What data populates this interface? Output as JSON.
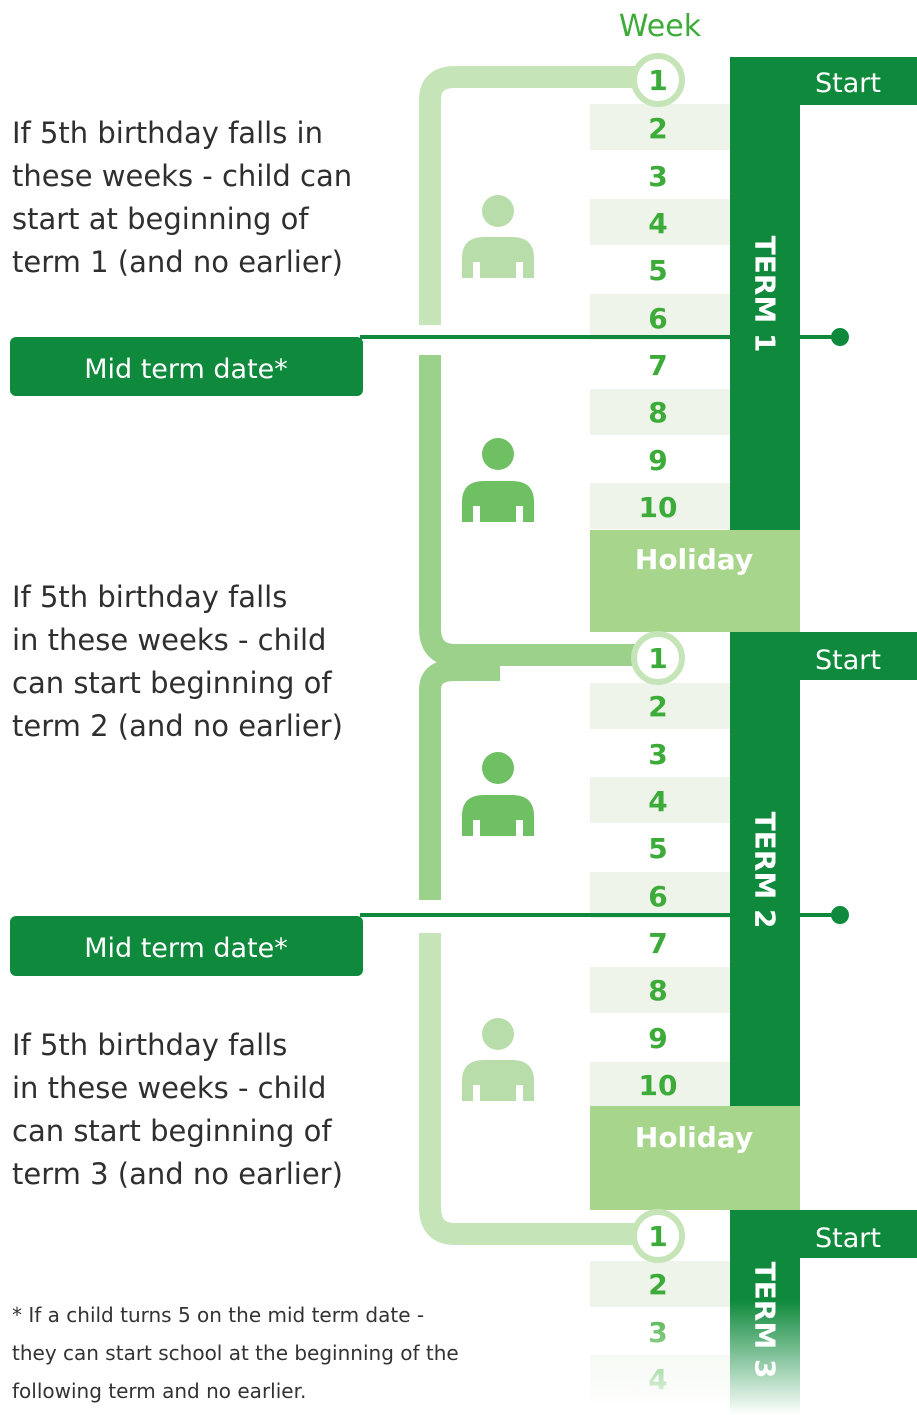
{
  "week_heading": "Week",
  "start_label": "Start",
  "holiday_label": "Holiday",
  "mid_term_label": "Mid term date*",
  "terms": [
    "TERM 1",
    "TERM 2",
    "TERM 3"
  ],
  "term_weeks": [
    [
      "1",
      "2",
      "3",
      "4",
      "5",
      "6",
      "7",
      "8",
      "9",
      "10"
    ],
    [
      "1",
      "2",
      "3",
      "4",
      "5",
      "6",
      "7",
      "8",
      "9",
      "10"
    ],
    [
      "1",
      "2",
      "3",
      "4"
    ]
  ],
  "descriptions": [
    {
      "lines": [
        "If 5th birthday falls in",
        "these weeks - child can",
        "start at beginning of",
        "term 1 (and no earlier)"
      ]
    },
    {
      "lines": [
        "If 5th birthday falls",
        "in these weeks - child",
        "can start beginning of",
        "term 2 (and no earlier)"
      ]
    },
    {
      "lines": [
        "If 5th birthday falls",
        "in these weeks - child",
        "can start beginning of",
        "term 3 (and no earlier)"
      ]
    }
  ],
  "footnote": {
    "lines": [
      "* If a child turns 5 on the mid term date -",
      "they can start school at the beginning of the",
      "following term and no earlier."
    ]
  },
  "colors": {
    "dark_green": "#0f8a3c",
    "light_green": "#a6d58b",
    "pale_green": "#cfe8c0",
    "bracket_mid": "#9bd18a",
    "bracket_light": "#c5e5b9",
    "number_green": "#3dab3a",
    "row_shade": "#eef4ea",
    "text": "#2f2f2f"
  }
}
